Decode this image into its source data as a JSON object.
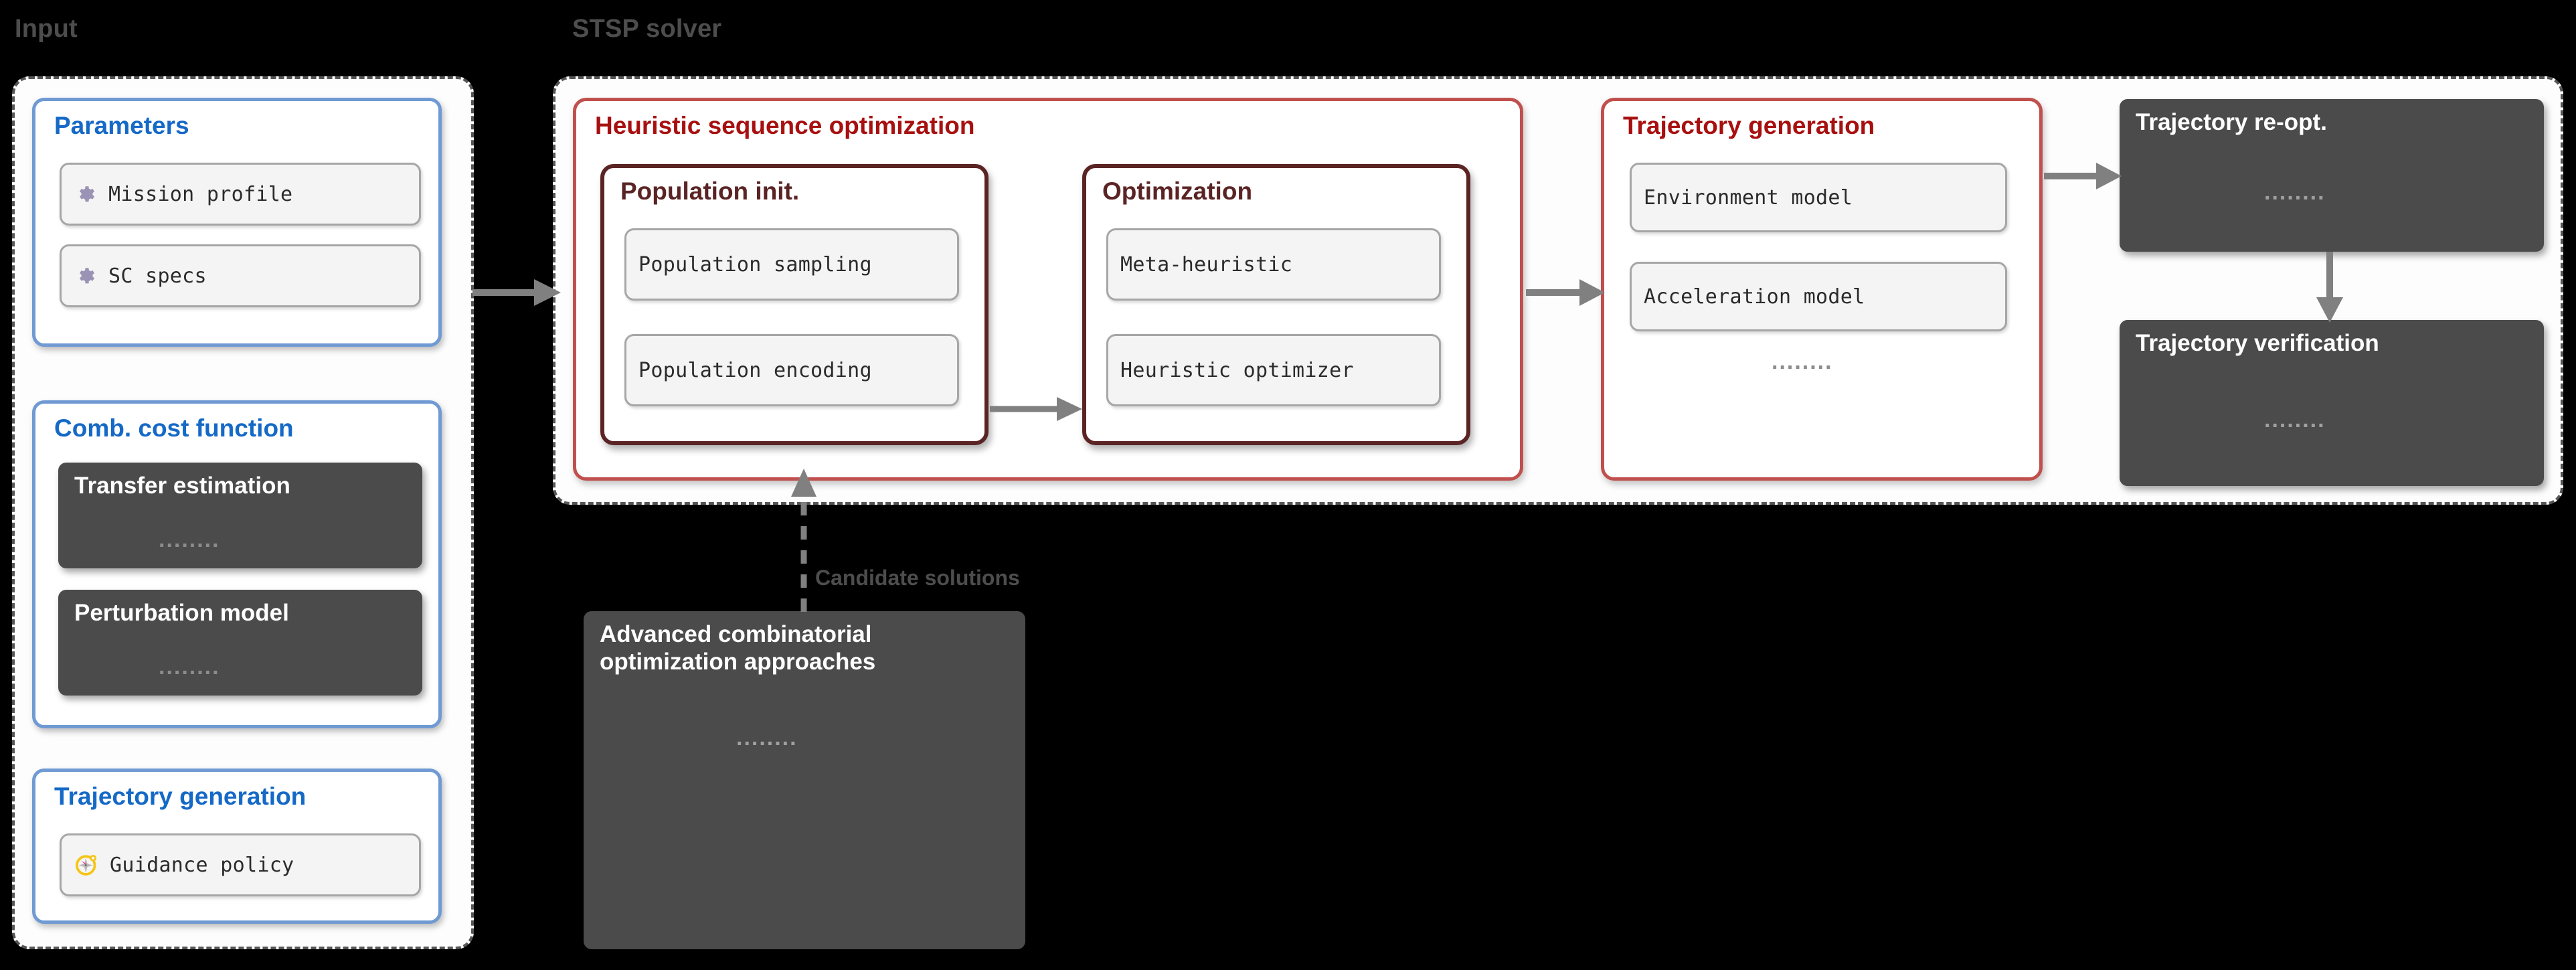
{
  "groups": {
    "input": {
      "label": "Input"
    },
    "stsp": {
      "label": "STSP solver"
    }
  },
  "input_panels": {
    "parameters": {
      "title": "Parameters",
      "items": [
        {
          "icon": "gear-icon",
          "label": "Mission profile"
        },
        {
          "icon": "gear-icon",
          "label": "SC specs"
        }
      ]
    },
    "cost_function": {
      "title": "Comb. cost function",
      "slabs": [
        {
          "title": "Transfer  estimation",
          "dots": "........"
        },
        {
          "title": "Perturbation model",
          "dots": "........"
        }
      ]
    },
    "trajectory_generation": {
      "title": "Trajectory generation",
      "items": [
        {
          "icon": "compass-icon",
          "label": "Guidance policy"
        }
      ]
    }
  },
  "solver": {
    "heuristic": {
      "title": "Heuristic sequence optimization",
      "population_init": {
        "title": "Population init.",
        "items": [
          {
            "label": "Population sampling"
          },
          {
            "label": "Population encoding"
          }
        ]
      },
      "optimization": {
        "title": "Optimization",
        "items": [
          {
            "label": "Meta-heuristic"
          },
          {
            "label": "Heuristic optimizer"
          }
        ]
      }
    },
    "trajectory_generation": {
      "title": "Trajectory generation",
      "items": [
        {
          "label": "Environment model"
        },
        {
          "label": "Acceleration model"
        }
      ],
      "dots": "........"
    },
    "reopt": {
      "title": "Trajectory re-opt.",
      "dots": "........"
    },
    "verification": {
      "title": "Trajectory verification",
      "dots": "........"
    }
  },
  "advanced": {
    "title": "Advanced combinatorial\noptimization approaches",
    "dots": "........"
  },
  "edges": {
    "candidate_solutions": "Candidate solutions"
  },
  "colors": {
    "blue_title": "#1569c7",
    "blue_border": "#6f9ad3",
    "red_title": "#a81010",
    "red_border": "#c0504d",
    "dark_red": "#5b2424",
    "slab_bg": "#4b4b4b",
    "group_label": "#4d4d4d",
    "arrow": "#808080",
    "gear_icon": "#9b93b5",
    "compass_ring": "#f5c518"
  }
}
